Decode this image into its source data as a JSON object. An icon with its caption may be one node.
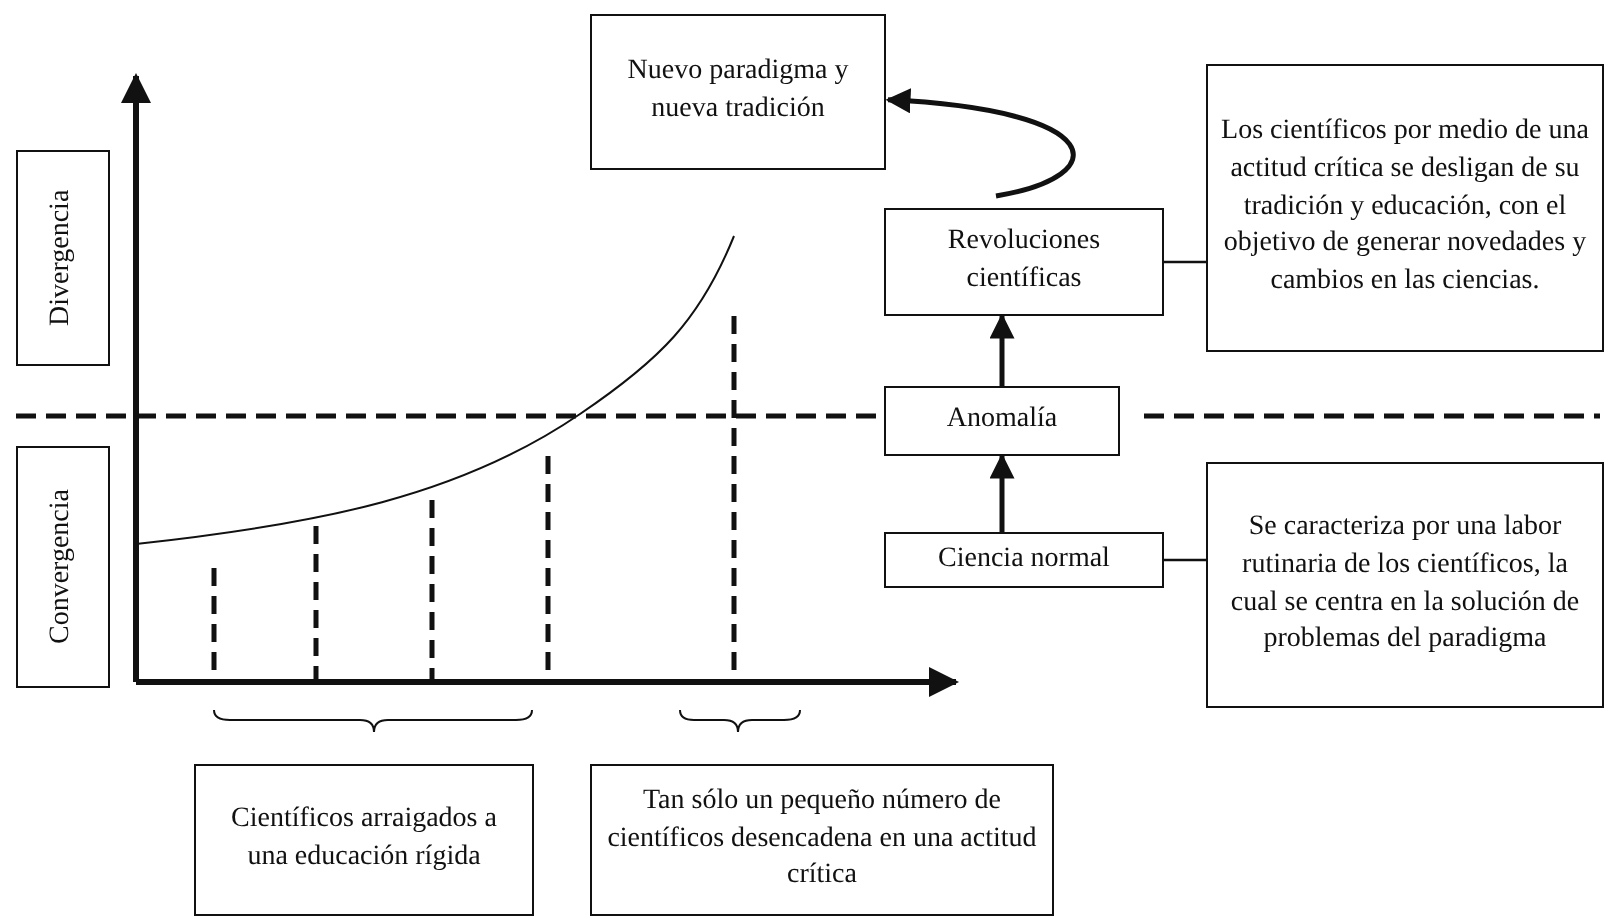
{
  "diagram": {
    "nodes": [
      {
        "text": [
          "Nuevo paradigma y nueva tradición"
        ]
      },
      {
        "text": [
          "Los científicos por medio de una actitud crítica se desligan de su tradición y educación, con el objetivo de generar novedades y cambios en las ciencias."
        ]
      },
      {
        "text": [
          "Divergencia"
        ]
      },
      {
        "text": [
          "Revoluciones científicas"
        ]
      },
      {
        "text": [
          "Anomalía"
        ]
      },
      {
        "text": [
          "Convergencia"
        ]
      },
      {
        "text": [
          "Ciencia normal"
        ]
      },
      {
        "text": [
          "Se caracteriza por una labor rutinaria de los científicos, la cual se centra en la solución de problemas del paradigma"
        ]
      },
      {
        "text": [
          "Científicos arraigados a una educación rígida"
        ]
      },
      {
        "text": [
          "Tan sólo un pequeño número de científicos desencadena en una actitud crítica"
        ]
      }
    ],
    "edges": [
      {
        "from": 3,
        "to": 0,
        "arrow": "to"
      },
      {
        "from": 4,
        "to": 3,
        "arrow": "to"
      },
      {
        "from": 6,
        "to": 4,
        "arrow": "to"
      },
      {
        "from": 3,
        "to": 1,
        "arrow": "none"
      },
      {
        "from": 6,
        "to": 7,
        "arrow": "none"
      }
    ]
  }
}
